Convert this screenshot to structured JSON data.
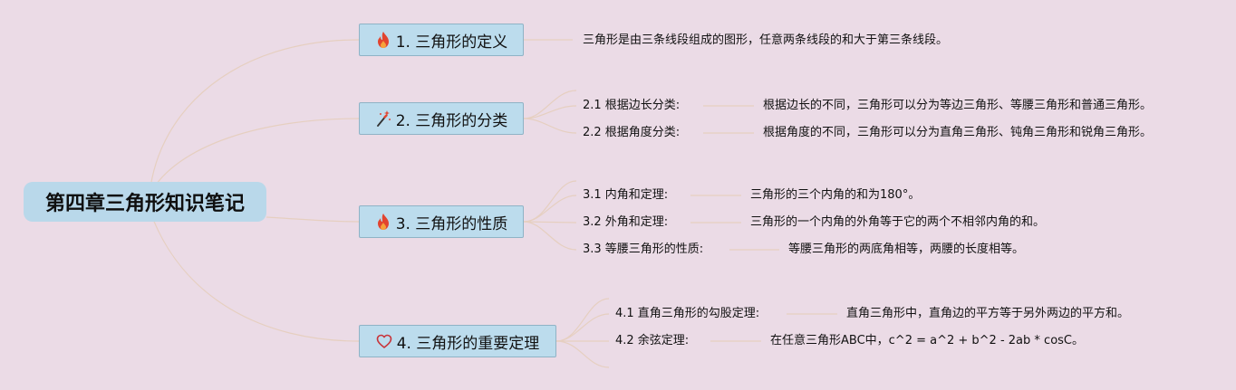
{
  "root": {
    "title": "第四章三角形知识笔记"
  },
  "branches": [
    {
      "icon": "fire-icon",
      "title": "1. 三角形的定义",
      "items": [
        {
          "label": "",
          "desc": "三角形是由三条线段组成的图形，任意两条线段的和大于第三条线段。"
        }
      ]
    },
    {
      "icon": "magic-wand-icon",
      "title": "2. 三角形的分类",
      "items": [
        {
          "label": "2.1 根据边长分类:",
          "desc": "根据边长的不同，三角形可以分为等边三角形、等腰三角形和普通三角形。"
        },
        {
          "label": "2.2 根据角度分类:",
          "desc": "根据角度的不同，三角形可以分为直角三角形、钝角三角形和锐角三角形。"
        }
      ]
    },
    {
      "icon": "fire-icon",
      "title": "3. 三角形的性质",
      "items": [
        {
          "label": "3.1 内角和定理:",
          "desc": "三角形的三个内角的和为180°。"
        },
        {
          "label": "3.2 外角和定理:",
          "desc": "三角形的一个内角的外角等于它的两个不相邻内角的和。"
        },
        {
          "label": "3.3 等腰三角形的性质:",
          "desc": "等腰三角形的两底角相等，两腰的长度相等。"
        }
      ]
    },
    {
      "icon": "heart-icon",
      "title": "4. 三角形的重要定理",
      "items": [
        {
          "label": "4.1 直角三角形的勾股定理:",
          "desc": "直角三角形中，直角边的平方等于另外两边的平方和。"
        },
        {
          "label": "4.2 余弦定理:",
          "desc": "在任意三角形ABC中，c^2 = a^2 + b^2 - 2ab * cosC。"
        }
      ]
    }
  ]
}
